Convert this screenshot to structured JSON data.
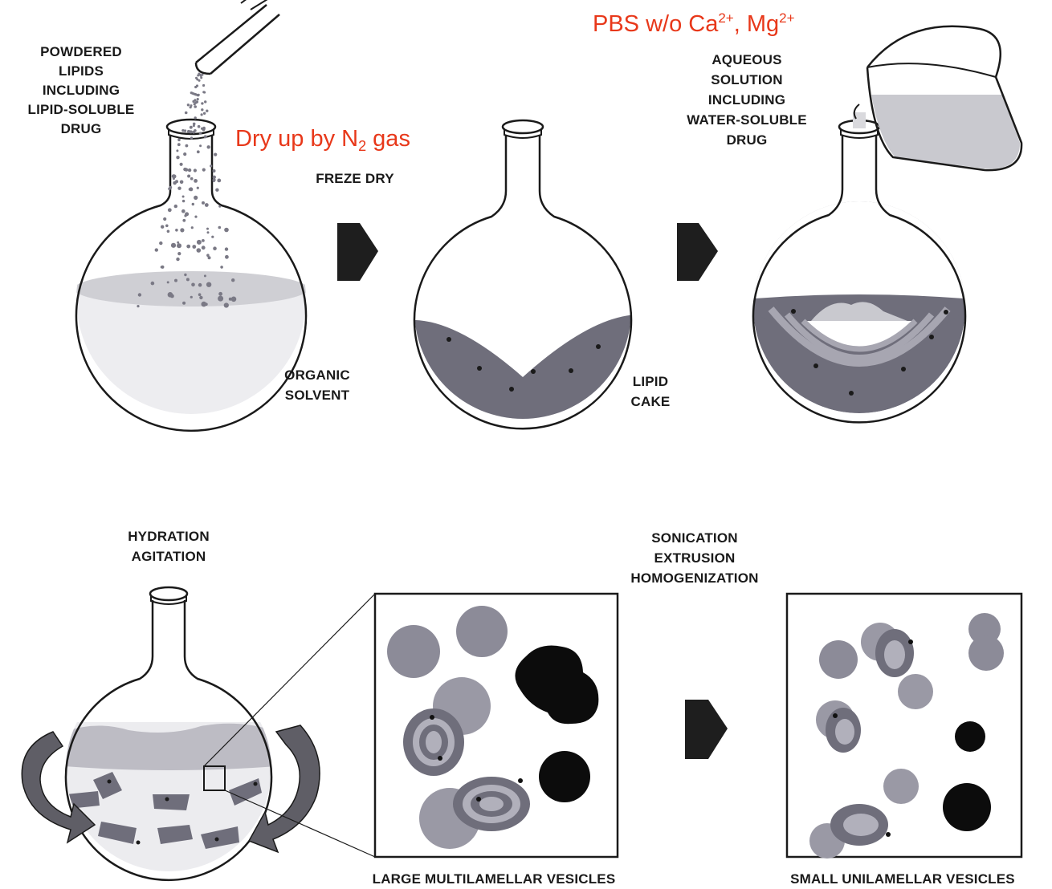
{
  "annotations": {
    "pbs": {
      "text": "PBS w/o Ca",
      "sup1": "2+",
      "mid": ", Mg",
      "sup2": "2+"
    },
    "dry": {
      "text": "Dry up by N",
      "sub": "2",
      "tail": " gas"
    }
  },
  "labels": {
    "powdered": [
      "POWDERED",
      "LIPIDS",
      "INCLUDING",
      "LIPID-SOLUBLE",
      "DRUG"
    ],
    "freeze_dry": "FREZE DRY",
    "aqueous": [
      "AQUEOUS",
      "SOLUTION",
      "INCLUDING",
      "WATER-SOLUBLE",
      "DRUG"
    ],
    "organic": [
      "ORGANIC",
      "SOLVENT"
    ],
    "lipid_cake": [
      "LIPID",
      "CAKE"
    ],
    "hydration": [
      "HYDRATION",
      "AGITATION"
    ],
    "sonication": [
      "SONICATION",
      "EXTRUSION",
      "HOMOGENIZATION"
    ],
    "large_vesicles": "LARGE MULTILAMELLAR VESICLES",
    "small_vesicles": "SMALL UNILAMELLAR VESICLES"
  },
  "colors": {
    "annotation_red": "#e8381a",
    "lipid_gray": "#747380",
    "vesicle_light": "#9b9aa6",
    "solvent_gray": "#d9d9dd",
    "ink": "#1a1a1a"
  }
}
